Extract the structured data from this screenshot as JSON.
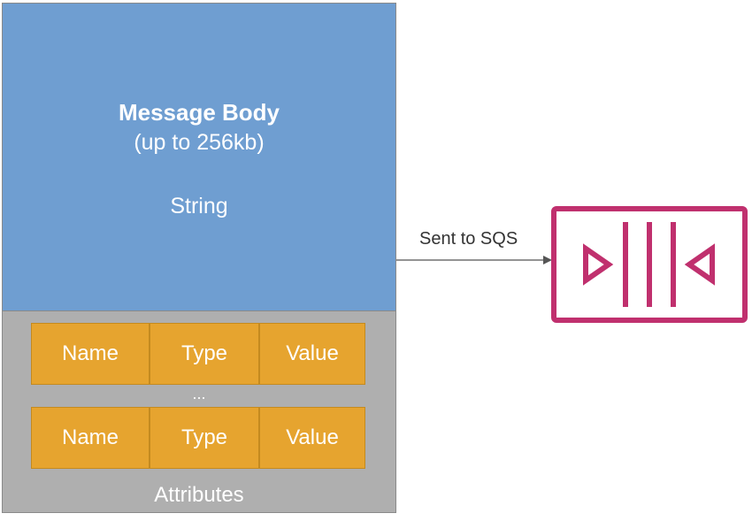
{
  "message_body": {
    "title": "Message Body",
    "subtitle": "(up to 256kb)",
    "type": "String",
    "color": "#6f9ed1"
  },
  "attributes": {
    "rows": [
      {
        "name": "Name",
        "type": "Type",
        "value": "Value"
      },
      {
        "name": "Name",
        "type": "Type",
        "value": "Value"
      }
    ],
    "ellipsis": "...",
    "label": "Attributes",
    "cell_color": "#e6a42f",
    "section_color": "#afafaf"
  },
  "arrow": {
    "label": "Sent to SQS"
  },
  "sqs_icon": {
    "icon": "sqs-queue-icon",
    "color": "#c0306e"
  }
}
